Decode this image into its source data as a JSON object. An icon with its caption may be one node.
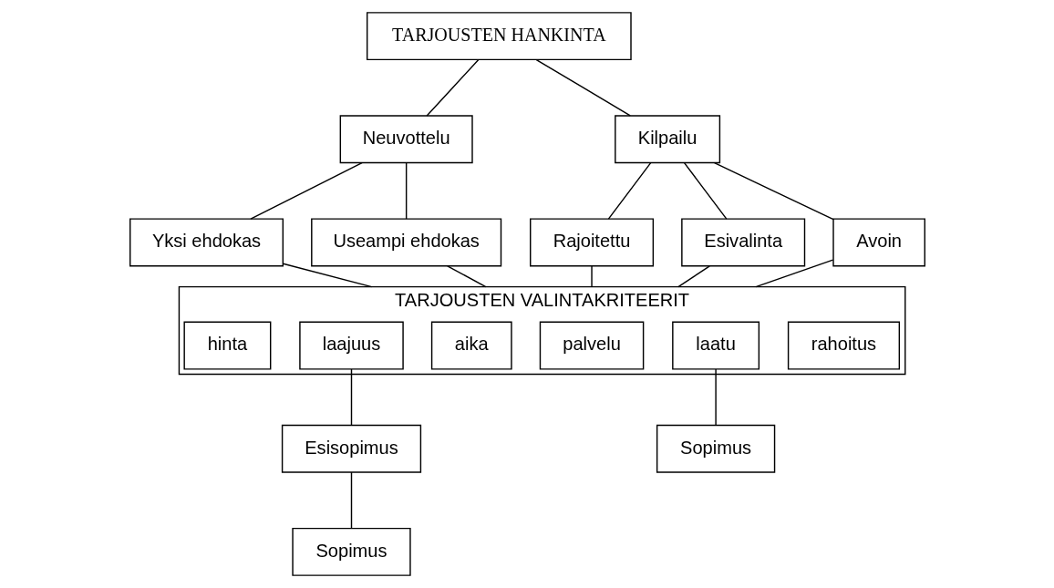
{
  "diagram": {
    "nodes": [
      {
        "text": [
          "TARJOUSTEN HANKINTA"
        ]
      },
      {
        "text": [
          "Neuvottelu"
        ]
      },
      {
        "text": [
          "Kilpailu"
        ]
      },
      {
        "text": [
          "Yksi ehdokas"
        ]
      },
      {
        "text": [
          "Useampi ehdokas"
        ]
      },
      {
        "text": [
          "Rajoitettu"
        ]
      },
      {
        "text": [
          "Esivalinta"
        ]
      },
      {
        "text": [
          "Avoin"
        ]
      },
      {
        "text": [
          "TARJOUSTEN VALINTAKRITEERIT"
        ]
      },
      {
        "text": [
          "hinta"
        ],
        "in": 8
      },
      {
        "text": [
          "laatu"
        ],
        "in": 8
      },
      {
        "text": [
          "aika"
        ],
        "in": 8
      },
      {
        "text": [
          "palvelu"
        ],
        "in": 8
      },
      {
        "text": [
          "laajuus"
        ],
        "in": 8
      },
      {
        "text": [
          "rahoitus"
        ],
        "in": 8
      },
      {
        "text": [
          "Sopimus"
        ]
      },
      {
        "text": [
          "Esisopimus"
        ]
      },
      {
        "text": [
          "Sopimus"
        ]
      }
    ],
    "edges": [
      {
        "from": 0,
        "to": 1,
        "arrow": "none"
      },
      {
        "from": 0,
        "to": 2,
        "arrow": "none"
      },
      {
        "from": 1,
        "to": 3,
        "arrow": "none"
      },
      {
        "from": 1,
        "to": 4,
        "arrow": "none"
      },
      {
        "from": 2,
        "to": 5,
        "arrow": "none"
      },
      {
        "from": 2,
        "to": 6,
        "arrow": "none"
      },
      {
        "from": 2,
        "to": 7,
        "arrow": "none"
      },
      {
        "from": 3,
        "to": 8,
        "arrow": "none"
      },
      {
        "from": 4,
        "to": 8,
        "arrow": "none"
      },
      {
        "from": 5,
        "to": 8,
        "arrow": "none"
      },
      {
        "from": 6,
        "to": 8,
        "arrow": "none"
      },
      {
        "from": 7,
        "to": 8,
        "arrow": "none"
      },
      {
        "from": 10,
        "to": 15,
        "arrow": "none"
      },
      {
        "from": 13,
        "to": 16,
        "arrow": "none"
      },
      {
        "from": 16,
        "to": 17,
        "arrow": "none"
      }
    ]
  }
}
